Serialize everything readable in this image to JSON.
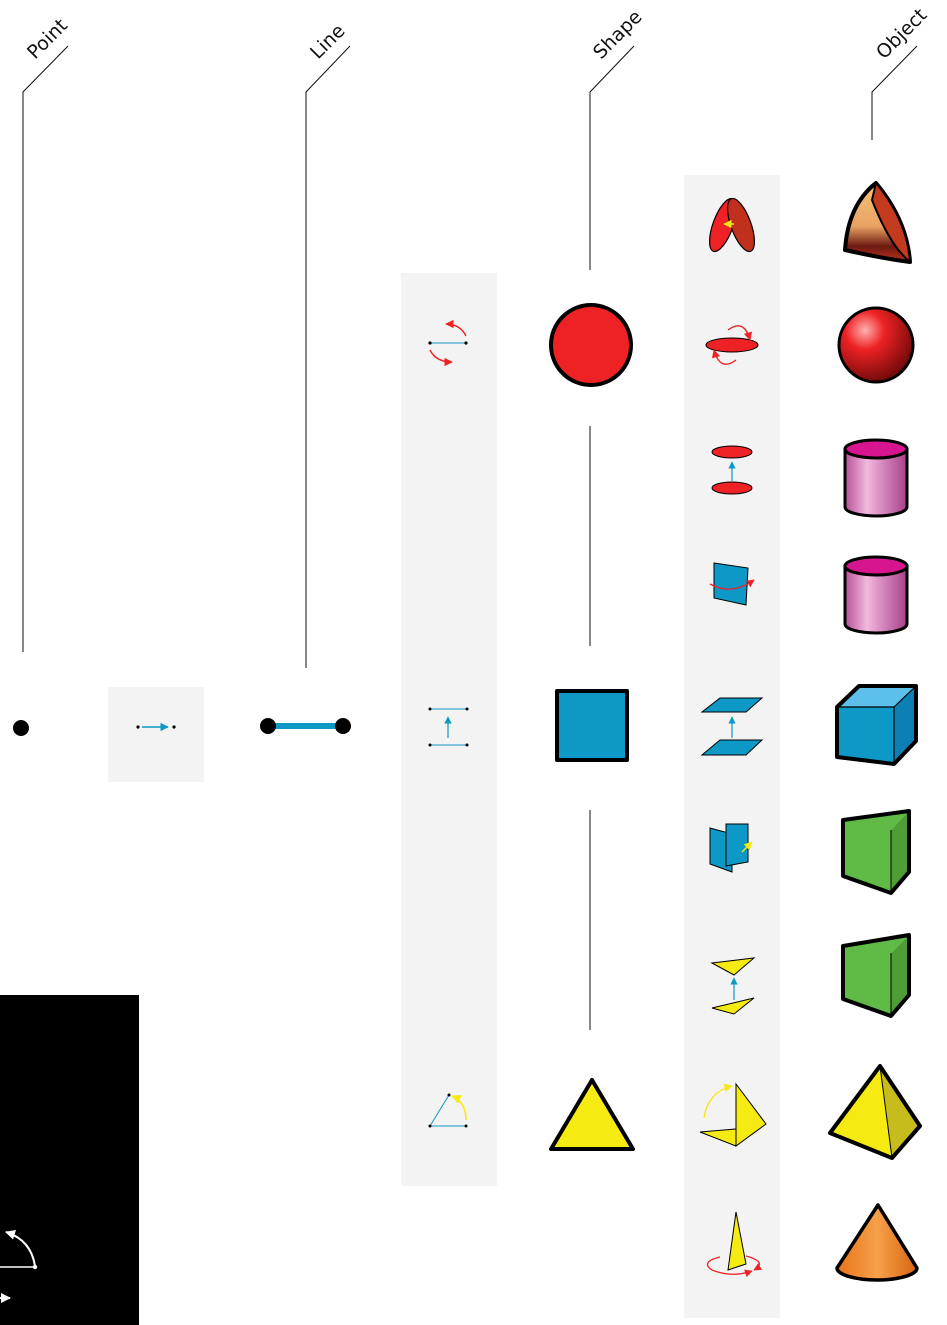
{
  "columns": {
    "point": "Point",
    "line": "Line",
    "shape": "Shape",
    "object": "Object"
  },
  "colors": {
    "red": "#ee2224",
    "blue": "#0e98c6",
    "yellow": "#f6ea13",
    "green": "#5fbb46",
    "pink": "#d36fb5",
    "orange": "#ef7d1c",
    "panel": "#f3f3f3",
    "legend_bg": "#000000"
  },
  "shapes": [
    "circle",
    "square",
    "triangle"
  ],
  "objects": [
    "cone-segment",
    "sphere",
    "cylinder",
    "cylinder",
    "cube",
    "prism",
    "prism",
    "pyramid",
    "cone"
  ],
  "transformations": [
    "revolve-ellipse",
    "revolve-circle",
    "extrude-circle",
    "revolve-rectangle",
    "extrude-square",
    "fold-rectangle",
    "extrude-triangle",
    "fold-triangle",
    "revolve-triangle"
  ]
}
